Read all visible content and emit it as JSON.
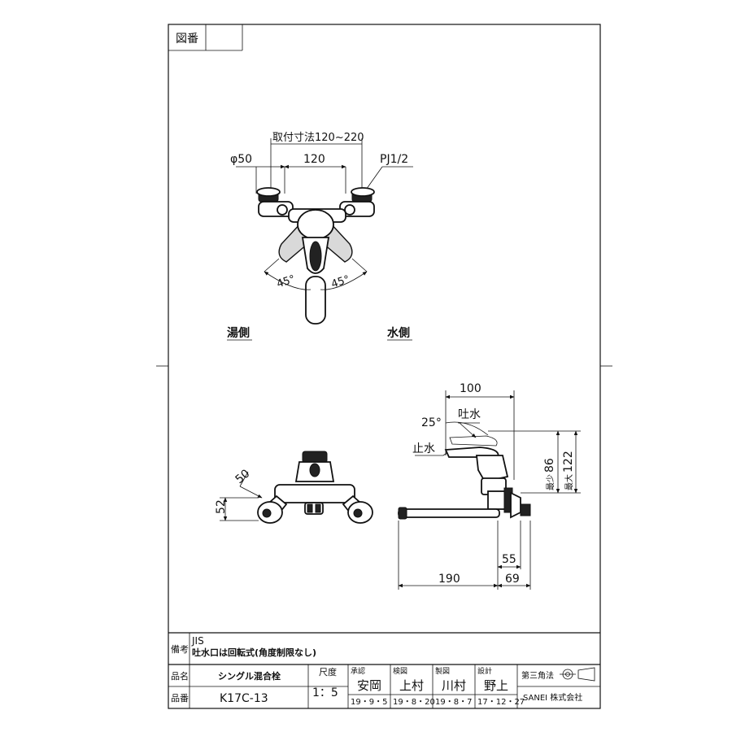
{
  "sheet": {
    "zuban_label": "図番",
    "zuban_value": ""
  },
  "top_view": {
    "mount_dim": "取付寸法120~220",
    "dia_label": "φ50",
    "center_dim": "120",
    "pipe_thread": "PJ1/2",
    "angle_left": "45°",
    "angle_right": "45°",
    "hot_side": "湯側",
    "cold_side": "水側"
  },
  "front_view": {
    "dim_50": "50",
    "dim_52": "52"
  },
  "side_view": {
    "dim_100": "100",
    "angle_25": "25°",
    "spout_label": "吐水",
    "stop_label": "止水",
    "min_label": "最少",
    "min_value": "86",
    "max_label": "最大",
    "max_value": "122",
    "dim_55": "55",
    "dim_190": "190",
    "dim_69": "69"
  },
  "title_block": {
    "bikou_label": "備考",
    "bikou_line1": "JIS",
    "bikou_line2": "吐水口は回転式(角度制限なし)",
    "hinmei_label": "品名",
    "hinmei_value": "シングル混合栓",
    "hinban_label": "品番",
    "hinban_value": "K17C-13",
    "scale_label": "尺度",
    "scale_value": "1：5",
    "approve_label": "承認",
    "approve_name": "安岡",
    "approve_date": "19・9・5",
    "check_label": "検図",
    "check_name": "上村",
    "check_date": "19・8・20",
    "drawn_label": "製図",
    "drawn_name": "川村",
    "drawn_date": "19・8・7",
    "design_label": "設計",
    "design_name": "野上",
    "design_date": "17・12・27",
    "projection_label": "第三角法",
    "company": "SANEI 株式会社"
  }
}
